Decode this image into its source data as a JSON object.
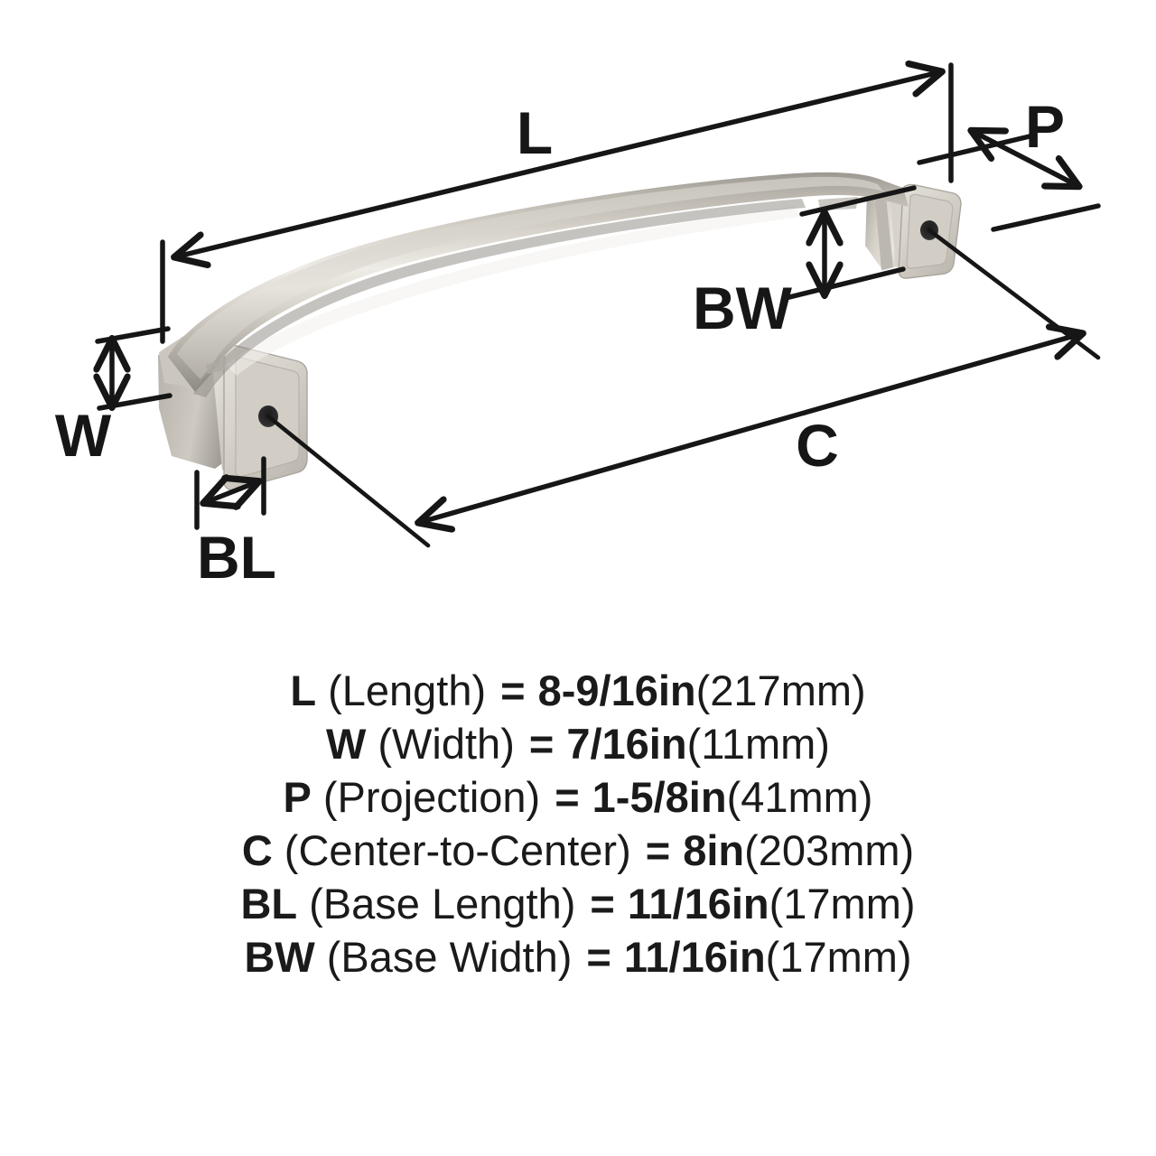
{
  "background_color": "#ffffff",
  "text_color": "#1a1a1a",
  "product": {
    "type": "cabinet-pull-handle",
    "finish_name": "satin-nickel",
    "finish_colors": {
      "highlight": "#eceae4",
      "light": "#d9d5cd",
      "mid": "#bcb8b0",
      "shadow": "#8d8a83",
      "dark": "#6e6b65",
      "hole": "#2b2b2b"
    }
  },
  "diagram": {
    "line_color": "#161616",
    "callouts": [
      {
        "key": "L",
        "label": "L",
        "name": "length-dimension"
      },
      {
        "key": "W",
        "label": "W",
        "name": "width-dimension"
      },
      {
        "key": "P",
        "label": "P",
        "name": "projection-dimension"
      },
      {
        "key": "C",
        "label": "C",
        "name": "center-to-center-dimension"
      },
      {
        "key": "BL",
        "label": "BL",
        "name": "base-length-dimension"
      },
      {
        "key": "BW",
        "label": "BW",
        "name": "base-width-dimension"
      }
    ]
  },
  "specs": [
    {
      "abbr": "L",
      "name": "(Length)",
      "equals": "=",
      "value": "8-9/16in",
      "metric": "(217mm)"
    },
    {
      "abbr": "W",
      "name": "(Width)",
      "equals": "=",
      "value": "7/16in",
      "metric": "(11mm)"
    },
    {
      "abbr": "P",
      "name": "(Projection)",
      "equals": "=",
      "value": "1-5/8in",
      "metric": "(41mm)"
    },
    {
      "abbr": "C",
      "name": "(Center-to-Center)",
      "equals": "=",
      "value": "8in",
      "metric": "(203mm)"
    },
    {
      "abbr": "BL",
      "name": "(Base Length)",
      "equals": "=",
      "value": "11/16in",
      "metric": "(17mm)"
    },
    {
      "abbr": "BW",
      "name": "(Base Width)",
      "equals": "=",
      "value": "11/16in",
      "metric": "(17mm)"
    }
  ]
}
